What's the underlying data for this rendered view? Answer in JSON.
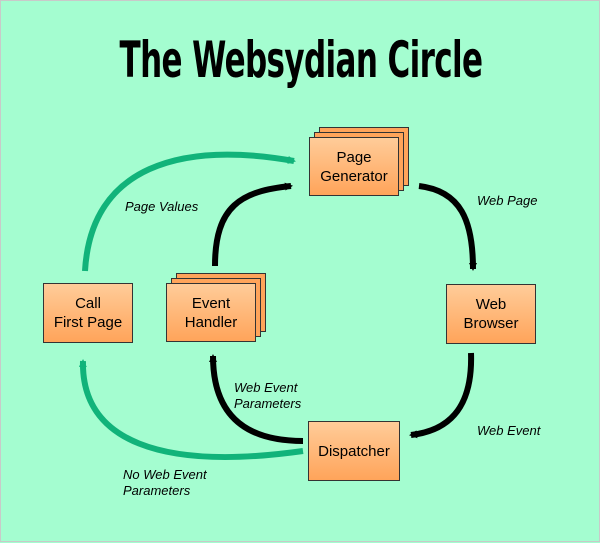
{
  "title": "The Websydian Circle",
  "nodes": {
    "page_generator": [
      "Page",
      "Generator"
    ],
    "web_browser": [
      "Web",
      "Browser"
    ],
    "dispatcher": "Dispatcher",
    "event_handler": [
      "Event",
      "Handler"
    ],
    "call_first_page": [
      "Call",
      "First Page"
    ]
  },
  "edges": {
    "page_values": "Page Values",
    "web_page": "Web Page",
    "web_event": "Web Event",
    "web_event_parameters": [
      "Web Event",
      "Parameters"
    ],
    "no_web_event_parameters": [
      "No Web Event",
      "Parameters"
    ]
  },
  "colors": {
    "background": "#a4fdd0",
    "box_fill": "#ffa45a",
    "green_arrow": "#11b37a",
    "black_arrow": "#000000"
  }
}
